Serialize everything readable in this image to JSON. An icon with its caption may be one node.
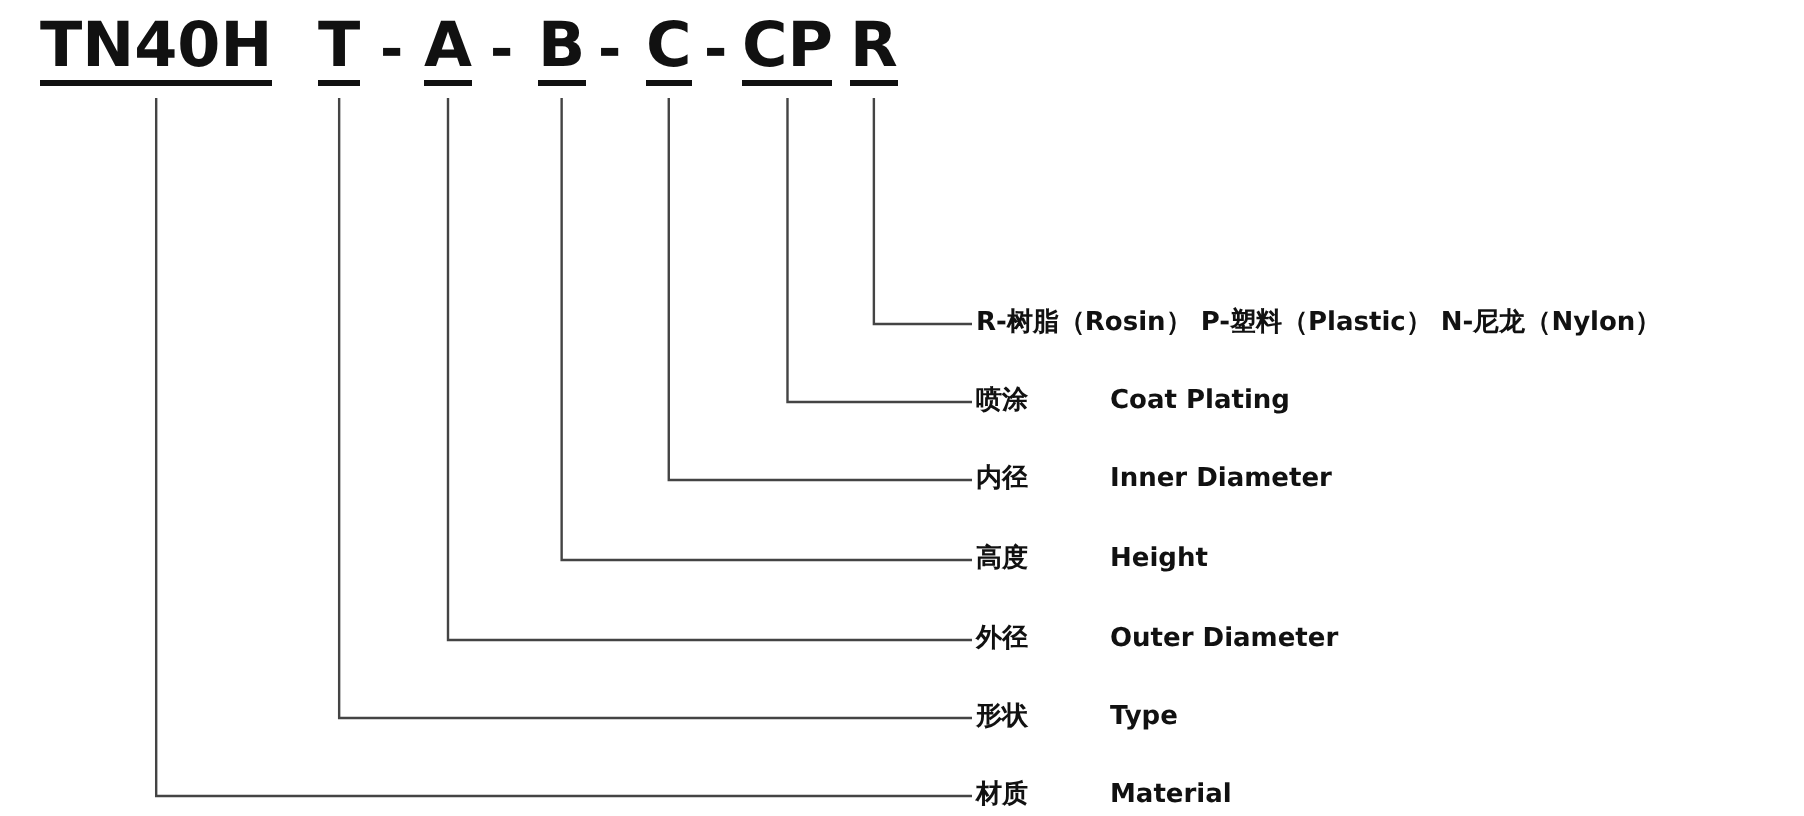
{
  "diagram": {
    "nodes": [
      {
        "text": [
          "TN40H"
        ]
      },
      {
        "text": [
          "T"
        ]
      },
      {
        "text": [
          "A"
        ]
      },
      {
        "text": [
          "B"
        ]
      },
      {
        "text": [
          "C"
        ]
      },
      {
        "text": [
          "CP"
        ]
      },
      {
        "text": [
          "R"
        ]
      },
      {
        "text": [
          "R-树脂（Rosin） P-塑料（Plastic） N-尼龙（Nylon）"
        ]
      },
      {
        "text": [
          "喷涂",
          "Coat Plating"
        ]
      },
      {
        "text": [
          "内径",
          "Inner Diameter"
        ]
      },
      {
        "text": [
          "高度",
          "Height"
        ]
      },
      {
        "text": [
          "外径",
          "Outer Diameter"
        ]
      },
      {
        "text": [
          "形状",
          "Type"
        ]
      },
      {
        "text": [
          "材质",
          "Material"
        ]
      }
    ],
    "edges": [
      {
        "from": 6,
        "to": 7,
        "arrow": "none"
      },
      {
        "from": 5,
        "to": 8,
        "arrow": "none"
      },
      {
        "from": 4,
        "to": 9,
        "arrow": "none"
      },
      {
        "from": 3,
        "to": 10,
        "arrow": "none"
      },
      {
        "from": 2,
        "to": 11,
        "arrow": "none"
      },
      {
        "from": 1,
        "to": 12,
        "arrow": "none"
      },
      {
        "from": 0,
        "to": 13,
        "arrow": "none"
      }
    ],
    "labels": [
      "-",
      "-",
      "-",
      "-"
    ]
  }
}
